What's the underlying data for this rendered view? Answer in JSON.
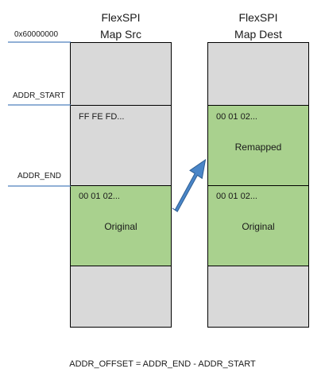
{
  "src_header": {
    "line1": "FlexSPI",
    "line2": "Map Src"
  },
  "dest_header": {
    "line1": "FlexSPI",
    "line2": "Map Dest"
  },
  "labels": {
    "base": "0x60000000",
    "addr_start": "ADDR_START",
    "addr_end": "ADDR_END"
  },
  "src_column": {
    "block2_text": "FF FE FD...",
    "block3_top_text": "00 01 02...",
    "block3_label": "Original"
  },
  "dest_column": {
    "block2_top_text": "00 01 02...",
    "block2_label": "Remapped",
    "block3_top_text": "00 01 02...",
    "block3_label": "Original"
  },
  "footer": "ADDR_OFFSET = ADDR_END - ADDR_START",
  "colors": {
    "grey": "#d9d9d9",
    "green": "#a9d18e",
    "line": "#4f81bd",
    "arrow": "#4a86c8"
  }
}
